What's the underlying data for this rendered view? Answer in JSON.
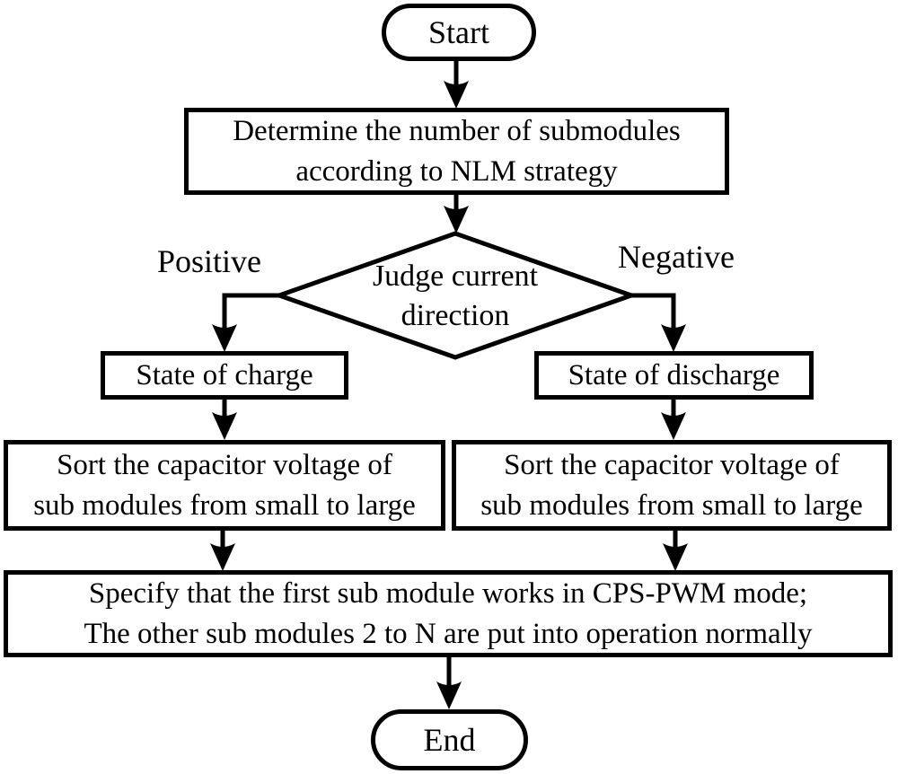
{
  "colors": {
    "stroke": "#000000",
    "background": "#ffffff",
    "text": "#000000"
  },
  "nodes": {
    "start": "Start",
    "determine": "Determine the number of submodules\naccording to NLM strategy",
    "judge": "Judge current\ndirection",
    "charge": "State of charge",
    "discharge": "State of discharge",
    "sort_left": "Sort the capacitor voltage of\nsub modules from small to large",
    "sort_right": "Sort the capacitor voltage of\nsub modules from small to large",
    "specify": "Specify that the first sub module works in CPS-PWM mode;\nThe other sub modules 2 to N are put into operation normally",
    "end": "End"
  },
  "branch_labels": {
    "positive": "Positive",
    "negative": "Negative"
  }
}
